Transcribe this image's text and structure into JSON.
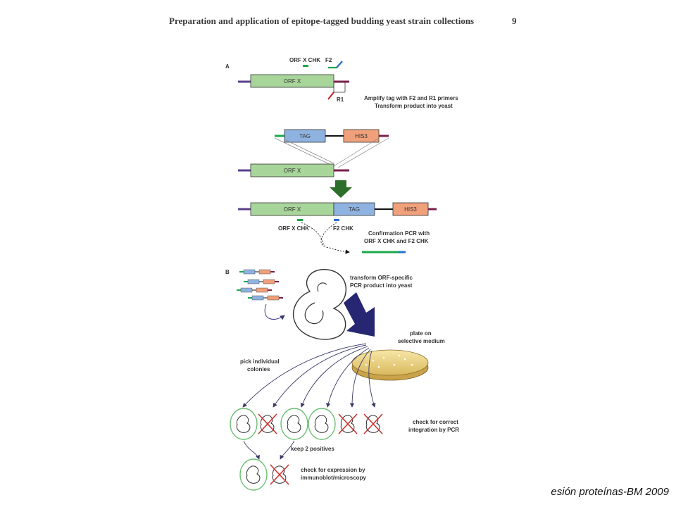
{
  "header": {
    "title": "Preparation and application of epitope-tagged budding yeast strain collections",
    "page_number": "9"
  },
  "footer": {
    "credit": "esión proteínas-BM 2009"
  },
  "panel_a": {
    "label": "A",
    "orf_label": "ORF X",
    "orf_chk_label": "ORF X CHK",
    "f2_label": "F2",
    "r1_label": "R1",
    "amplify_line1": "Amplify tag with F2 and R1 primers",
    "amplify_line2": "Transform product into yeast",
    "tag_label": "TAG",
    "his3_label": "HIS3",
    "orf_chk_bottom": "ORF X CHK",
    "f2_chk_label": "F2 CHK",
    "confirm_line1": "Confirmation PCR with",
    "confirm_line2": "ORF X CHK and F2 CHK"
  },
  "panel_b": {
    "label": "B",
    "transform_line1": "transform ORF-specific",
    "transform_line2": "PCR product into yeast",
    "plate_line1": "plate on",
    "plate_line2": "selective medium",
    "pick_line1": "pick individual",
    "pick_line2": "colonies",
    "check_pcr_line1": "check for correct",
    "check_pcr_line2": "integration by PCR",
    "keep_label": "keep 2 positives",
    "check_expr_line1": "check for expression by",
    "check_expr_line2": "immunoblot/microscopy"
  },
  "colors": {
    "orf_fill": "#a8d59a",
    "tag_fill": "#8fb3e0",
    "his3_fill": "#f0a07a",
    "purple_line": "#5b3f8c",
    "maroon_line": "#7a1f4a",
    "green_primer": "#1aa84a",
    "blue_primer": "#2a6fd1",
    "red_primer": "#c0262e",
    "arrow_green": "#2d6e2a",
    "arrow_navy": "#262673",
    "positive_ring": "#6fbf73",
    "reject_cross": "#cc3333"
  }
}
